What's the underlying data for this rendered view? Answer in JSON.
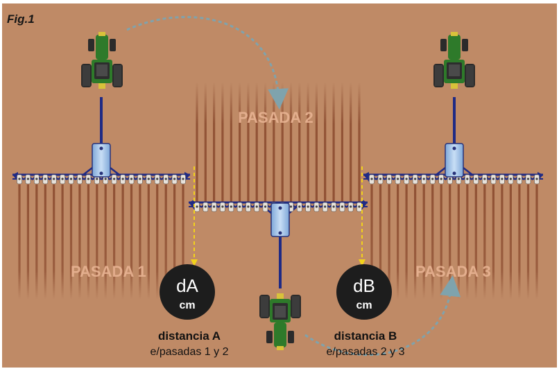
{
  "figure_label": "Fig.1",
  "passes": [
    {
      "label": "PASADA 1"
    },
    {
      "label": "PASADA 2"
    },
    {
      "label": "PASADA 3"
    }
  ],
  "distances": [
    {
      "symbol": "dA",
      "unit": "cm",
      "title": "distancia A",
      "subtitle": "e/pasadas 1 y 2"
    },
    {
      "symbol": "dB",
      "unit": "cm",
      "title": "distancia B",
      "subtitle": "e/pasadas 2 y 3"
    }
  ],
  "colors": {
    "soil": "#bf8a66",
    "furrow": "#8a4a2e",
    "frame": "#1f2a85",
    "tractor_body": "#2e7a2a",
    "hopper": "#a9c8ee",
    "marker_dashes": "#f2d21b",
    "circle": "#1d1d1d",
    "arrow": "#7fa3ad"
  },
  "icons": [
    "tractor-icon",
    "seed-hopper-icon",
    "curved-arrow-icon"
  ]
}
